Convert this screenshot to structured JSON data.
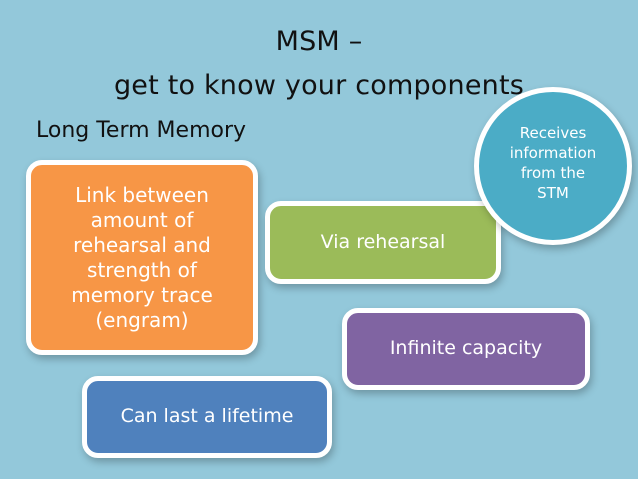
{
  "title": {
    "line1": "MSM –",
    "line2": "get to know your components"
  },
  "subtitle": "Long Term Memory",
  "shapes": {
    "orange": "Link between\namount of\nrehearsal and\nstrength of\nmemory trace\n(engram)",
    "green": "Via rehearsal",
    "purple": "Infinite capacity",
    "blue": "Can last a lifetime",
    "circle": "Receives\ninformation\nfrom the\nSTM"
  },
  "colors": {
    "background": "#93c8da",
    "orange": "#f79646",
    "green": "#9bbb59",
    "purple": "#8064a2",
    "blue": "#4f81bd",
    "circle": "#4bacc6",
    "border": "#ffffff"
  }
}
